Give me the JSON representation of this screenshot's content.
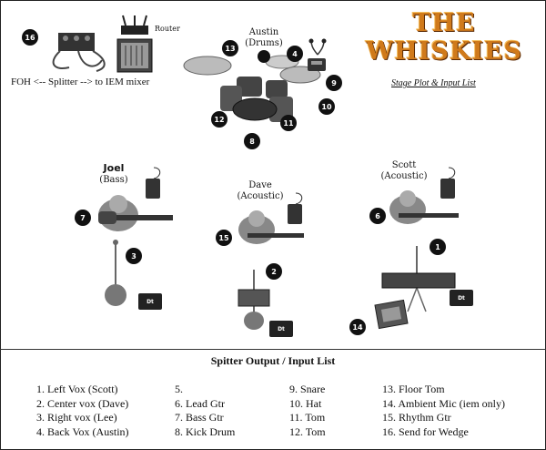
{
  "logo": {
    "text": "THE WHISKIES"
  },
  "subtitle": "Stage Plot & Input List",
  "equipment": {
    "router_label": "Router",
    "signal_flow": "FOH <-- Splitter --> to IEM mixer"
  },
  "musicians": {
    "drums": {
      "name": "Austin",
      "role": "(Drums)"
    },
    "joel": {
      "name": "Joel",
      "role": "(Bass)"
    },
    "dave": {
      "name": "Dave",
      "role": "(Acoustic)"
    },
    "scott": {
      "name": "Scott",
      "role": "(Acoustic)"
    }
  },
  "markers": {
    "m1": "1",
    "m2": "2",
    "m3": "3",
    "m4": "4",
    "m6": "6",
    "m7": "7",
    "m8": "8",
    "m9": "9",
    "m10": "10",
    "m11": "11",
    "m12": "12",
    "m13": "13",
    "m14": "14",
    "m15": "15",
    "m16": "16"
  },
  "monitor_label": "Dt",
  "input_list": {
    "title": "Spitter Output / Input List",
    "col1": [
      "1. Left Vox (Scott)",
      "2. Center vox (Dave)",
      "3. Right vox (Lee)",
      "4. Back Vox (Austin)"
    ],
    "col2": [
      "5.",
      "6. Lead Gtr",
      "7. Bass Gtr",
      "8. Kick Drum"
    ],
    "col3": [
      "9. Snare",
      "10. Hat",
      "11. Tom",
      "12. Tom"
    ],
    "col4": [
      "13. Floor Tom",
      "14. Ambient Mic (iem only)",
      "15. Rhythm Gtr",
      "16. Send for Wedge"
    ]
  }
}
